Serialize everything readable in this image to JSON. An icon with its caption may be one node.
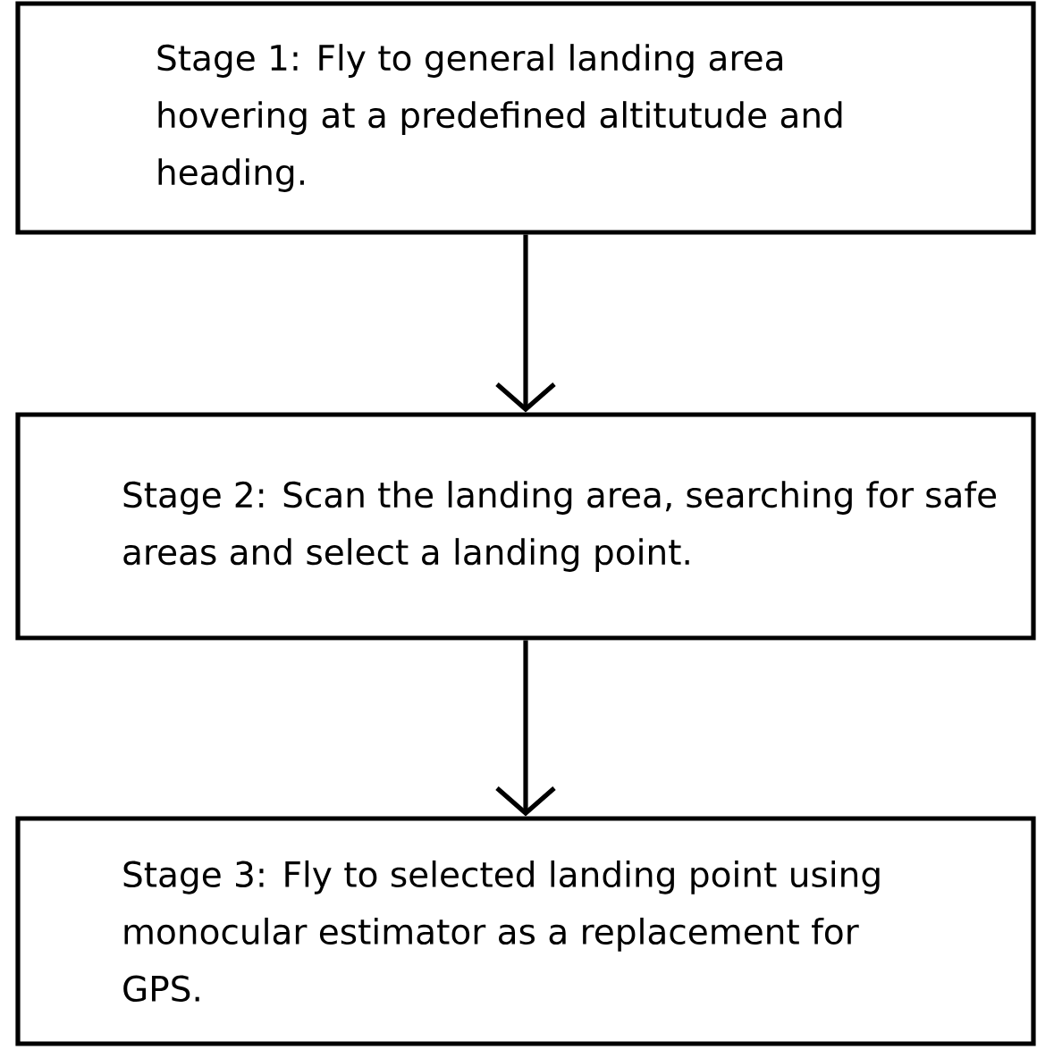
{
  "diagram": {
    "nodes": [
      {
        "text": [
          "Stage 1: Fly to general landing area hovering at a predefined altitutude and heading."
        ]
      },
      {
        "text": [
          "Stage 2: Scan the landing area, searching for safe areas and select a landing point."
        ]
      },
      {
        "text": [
          "Stage 3: Fly to selected landing point using monocular estimator as a replacement for GPS."
        ]
      }
    ],
    "edges": [
      {
        "from": 0,
        "to": 1,
        "arrow": "to"
      },
      {
        "from": 1,
        "to": 2,
        "arrow": "to"
      }
    ]
  }
}
